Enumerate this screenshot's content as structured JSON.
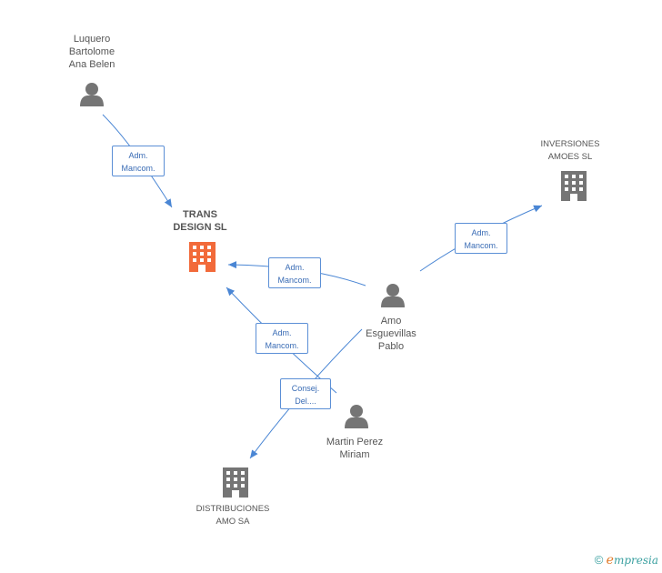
{
  "nodes": {
    "luquero": {
      "name": "Luquero\nBartolome\nAna Belen"
    },
    "trans": {
      "name": "TRANS\nDESIGN SL"
    },
    "inversiones": {
      "name": "INVERSIONES\nAMOES SL"
    },
    "amo": {
      "name": "Amo\nEsguevillas\nPablo"
    },
    "martin": {
      "name": "Martin Perez\nMiriam"
    },
    "distribuciones": {
      "name": "DISTRIBUCIONES\nAMO SA"
    }
  },
  "edges": {
    "luquero_trans": "Adm.\nMancom.",
    "amo_inversiones": "Adm.\nMancom.",
    "amo_trans": "Adm.\nMancom.",
    "martin_trans": "Adm.\nMancom.",
    "amo_distribuciones": "Consej.\nDel...."
  },
  "colors": {
    "edge": "#4a86d4",
    "person": "#757575",
    "company": "#757575",
    "main_company": "#f26a3a"
  },
  "brand": {
    "copyright": "©",
    "initial": "e",
    "name": "mpresia"
  }
}
